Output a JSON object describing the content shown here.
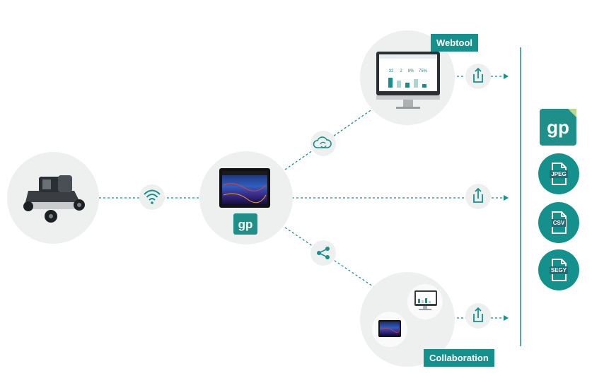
{
  "labels": {
    "webtool": "Webtool",
    "collaboration": "Collaboration"
  },
  "logo": {
    "text": "gp"
  },
  "monitor_stats": [
    "32",
    "2",
    "8%",
    "75%"
  ],
  "formats": [
    {
      "name": "gp-logo-icon",
      "label": ""
    },
    {
      "name": "jpeg-file-icon",
      "label": "JPEG"
    },
    {
      "name": "csv-file-icon",
      "label": "CSV"
    },
    {
      "name": "segy-file-icon",
      "label": "SEGY"
    }
  ],
  "colors": {
    "teal": "#14918c",
    "circle_bg": "#eeefef",
    "dark": "#2b2f33",
    "logo_bg": "#1f8f8a"
  }
}
